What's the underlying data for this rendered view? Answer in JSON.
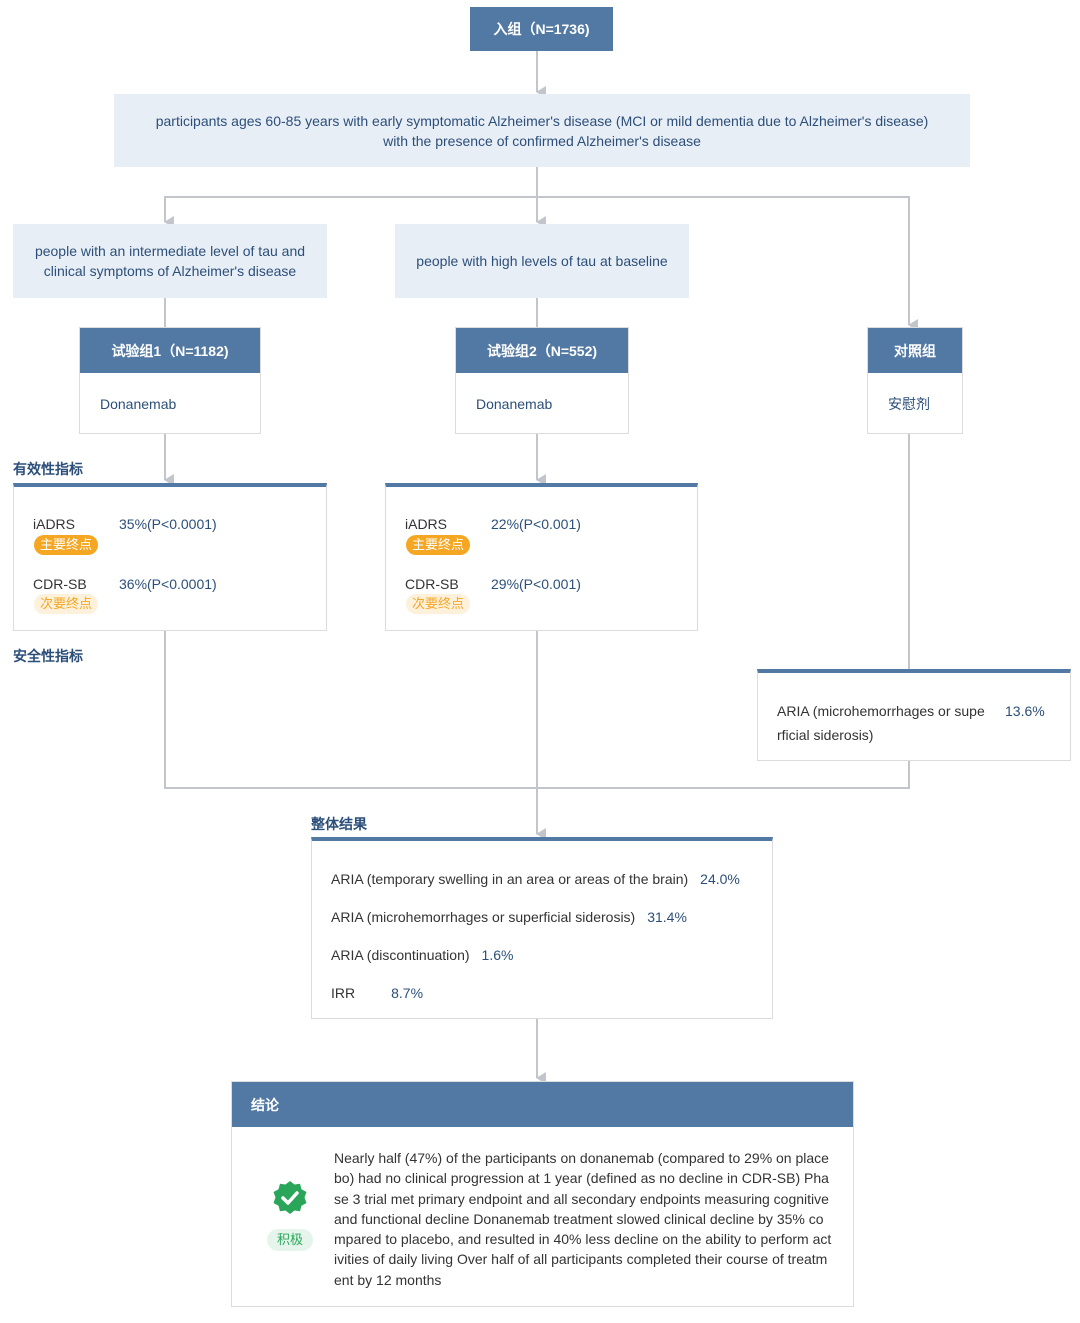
{
  "enrollment": {
    "label": "入组（N=1736)"
  },
  "population": {
    "line1": "participants ages 60-85 years with early symptomatic Alzheimer's disease (MCI or mild dementia due to Alzheimer's disease)",
    "line2": "with the presence of confirmed Alzheimer's disease"
  },
  "subpopulations": [
    {
      "line1": "people with an intermediate level of tau and",
      "line2": "clinical symptoms of Alzheimer's disease"
    },
    {
      "line1": "people with high levels of tau at baseline",
      "line2": ""
    }
  ],
  "groups": [
    {
      "title": "试验组1（N=1182)",
      "intervention": "Donanemab"
    },
    {
      "title": "试验组2（N=552)",
      "intervention": "Donanemab"
    },
    {
      "title": "对照组",
      "intervention": "安慰剂"
    }
  ],
  "efficacy": {
    "label": "有效性指标",
    "panels": [
      {
        "metrics": [
          {
            "name": "iADRS",
            "value": "35%(P<0.0001)",
            "badge": "主要终点",
            "badge_type": "primary"
          },
          {
            "name": "CDR-SB",
            "value": "36%(P<0.0001)",
            "badge": "次要终点",
            "badge_type": "secondary"
          }
        ]
      },
      {
        "metrics": [
          {
            "name": "iADRS",
            "value": "22%(P<0.001)",
            "badge": "主要终点",
            "badge_type": "primary"
          },
          {
            "name": "CDR-SB",
            "value": "29%(P<0.001)",
            "badge": "次要终点",
            "badge_type": "secondary"
          }
        ]
      }
    ]
  },
  "safety": {
    "label": "安全性指标",
    "control_item": {
      "line1": "ARIA (microhemorrhages or supe",
      "line2": "rficial siderosis)",
      "value": "13.6%"
    }
  },
  "overall": {
    "label": "整体结果",
    "items": [
      {
        "label": "ARIA (temporary swelling in an area or areas of the brain)",
        "value": "24.0%"
      },
      {
        "label": "ARIA (microhemorrhages or superficial siderosis)",
        "value": "31.4%"
      },
      {
        "label": "ARIA (discontinuation)",
        "value": "1.6%"
      },
      {
        "label": "IRR",
        "value": "8.7%"
      }
    ]
  },
  "conclusion": {
    "title": "结论",
    "badge": "积极",
    "text": "Nearly half (47%) of the participants on donanemab (compared to 29% on placebo) had no clinical progression at 1 year (defined as no decline in CDR-SB) Phase 3 trial met primary endpoint and all secondary endpoints measuring cognitive and functional decline Donanemab treatment slowed clinical decline by 35% compared to placebo, and resulted in 40% less decline on the ability to perform activities of daily living Over half of all participants completed their course of treatment by 12 months"
  },
  "colors": {
    "header": "#5279a4",
    "light": "#e8eef5",
    "text_blue": "#2c4f7a",
    "connector": "#c2c6cc",
    "primary_badge": "#f5a623",
    "positive": "#2aa65a"
  }
}
